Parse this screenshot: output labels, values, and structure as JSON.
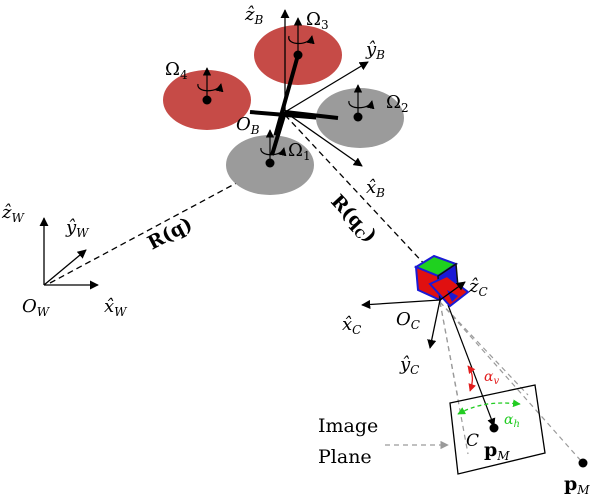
{
  "colors": {
    "rotor_red": "#c64b47",
    "rotor_gray": "#9b9b9b",
    "alpha_v": "#e21d1d",
    "alpha_h": "#22cc22",
    "cam_green": "#1fd11f",
    "cam_blue": "#1a1ad6",
    "cam_red": "#e01010",
    "guide_gray": "#9a9a9a"
  },
  "labels": {
    "zB": "ẑ",
    "zB_sub": "B",
    "yB": "ŷ",
    "yB_sub": "B",
    "xB": "x̂",
    "xB_sub": "B",
    "OB": "O",
    "OB_sub": "B",
    "Omega": "Ω",
    "Omega1_sub": "1",
    "Omega2_sub": "2",
    "Omega3_sub": "3",
    "Omega4_sub": "4",
    "zW": "ẑ",
    "zW_sub": "W",
    "yW": "ŷ",
    "yW_sub": "W",
    "xW": "x̂",
    "xW_sub": "W",
    "OW": "O",
    "OW_sub": "W",
    "Rq": "R(q)",
    "RqC_main": "R(q",
    "RqC_sub": "C",
    "RqC_close": ")",
    "zC": "ẑ",
    "zC_sub": "C",
    "xC": "x̂",
    "xC_sub": "C",
    "yC": "ŷ",
    "yC_sub": "C",
    "OC": "O",
    "OC_sub": "C",
    "alpha": "α",
    "alpha_v_sub": "v",
    "alpha_h_sub": "h",
    "C": "C",
    "p": "p",
    "pM_sub": "M",
    "image_line1": "Image",
    "image_line2": "Plane"
  }
}
